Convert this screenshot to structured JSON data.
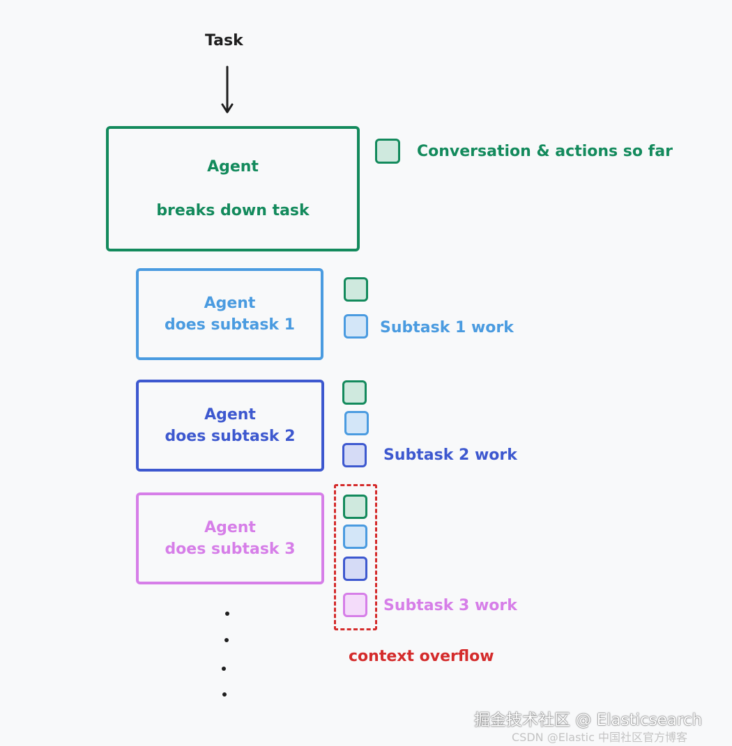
{
  "task": "Task",
  "agents": [
    {
      "line1": "Agent",
      "line2": "breaks down task"
    },
    {
      "line1": "Agent",
      "line2": "does subtask 1"
    },
    {
      "line1": "Agent",
      "line2": "does subtask 2"
    },
    {
      "line1": "Agent",
      "line2": "does subtask 3"
    }
  ],
  "labels": {
    "conversation": "Conversation & actions so far",
    "subtask1": "Subtask 1 work",
    "subtask2": "Subtask 2 work",
    "subtask3": "Subtask 3 work",
    "overflow": "context overflow"
  },
  "colors": {
    "green": "#138a5c",
    "light_blue": "#4a9be0",
    "dark_blue": "#3d58cf",
    "pink": "#d67ee8",
    "red": "#d42b2b"
  },
  "watermark": {
    "line1": "掘金技术社区 @ Elasticsearch",
    "line2": "CSDN @Elastic 中国社区官方博客"
  }
}
